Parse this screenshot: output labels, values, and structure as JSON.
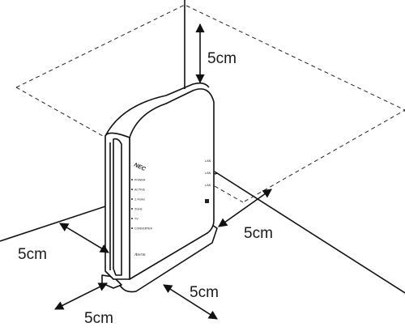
{
  "clearance_labels": {
    "top": "5cm",
    "right": "5cm",
    "left": "5cm",
    "front_bottom": "5cm",
    "front_left": "5cm"
  },
  "device": {
    "logo": "NEC",
    "sub_brand": "Aterm",
    "led_labels": [
      "POWER",
      "ACTIVE",
      "2.4GHz",
      "5GHz",
      "TV",
      "CONVERTER"
    ],
    "port_labels": [
      "LAN",
      "LAN",
      "LAN"
    ]
  },
  "colors": {
    "line": "#111111",
    "background": "#ffffff"
  }
}
